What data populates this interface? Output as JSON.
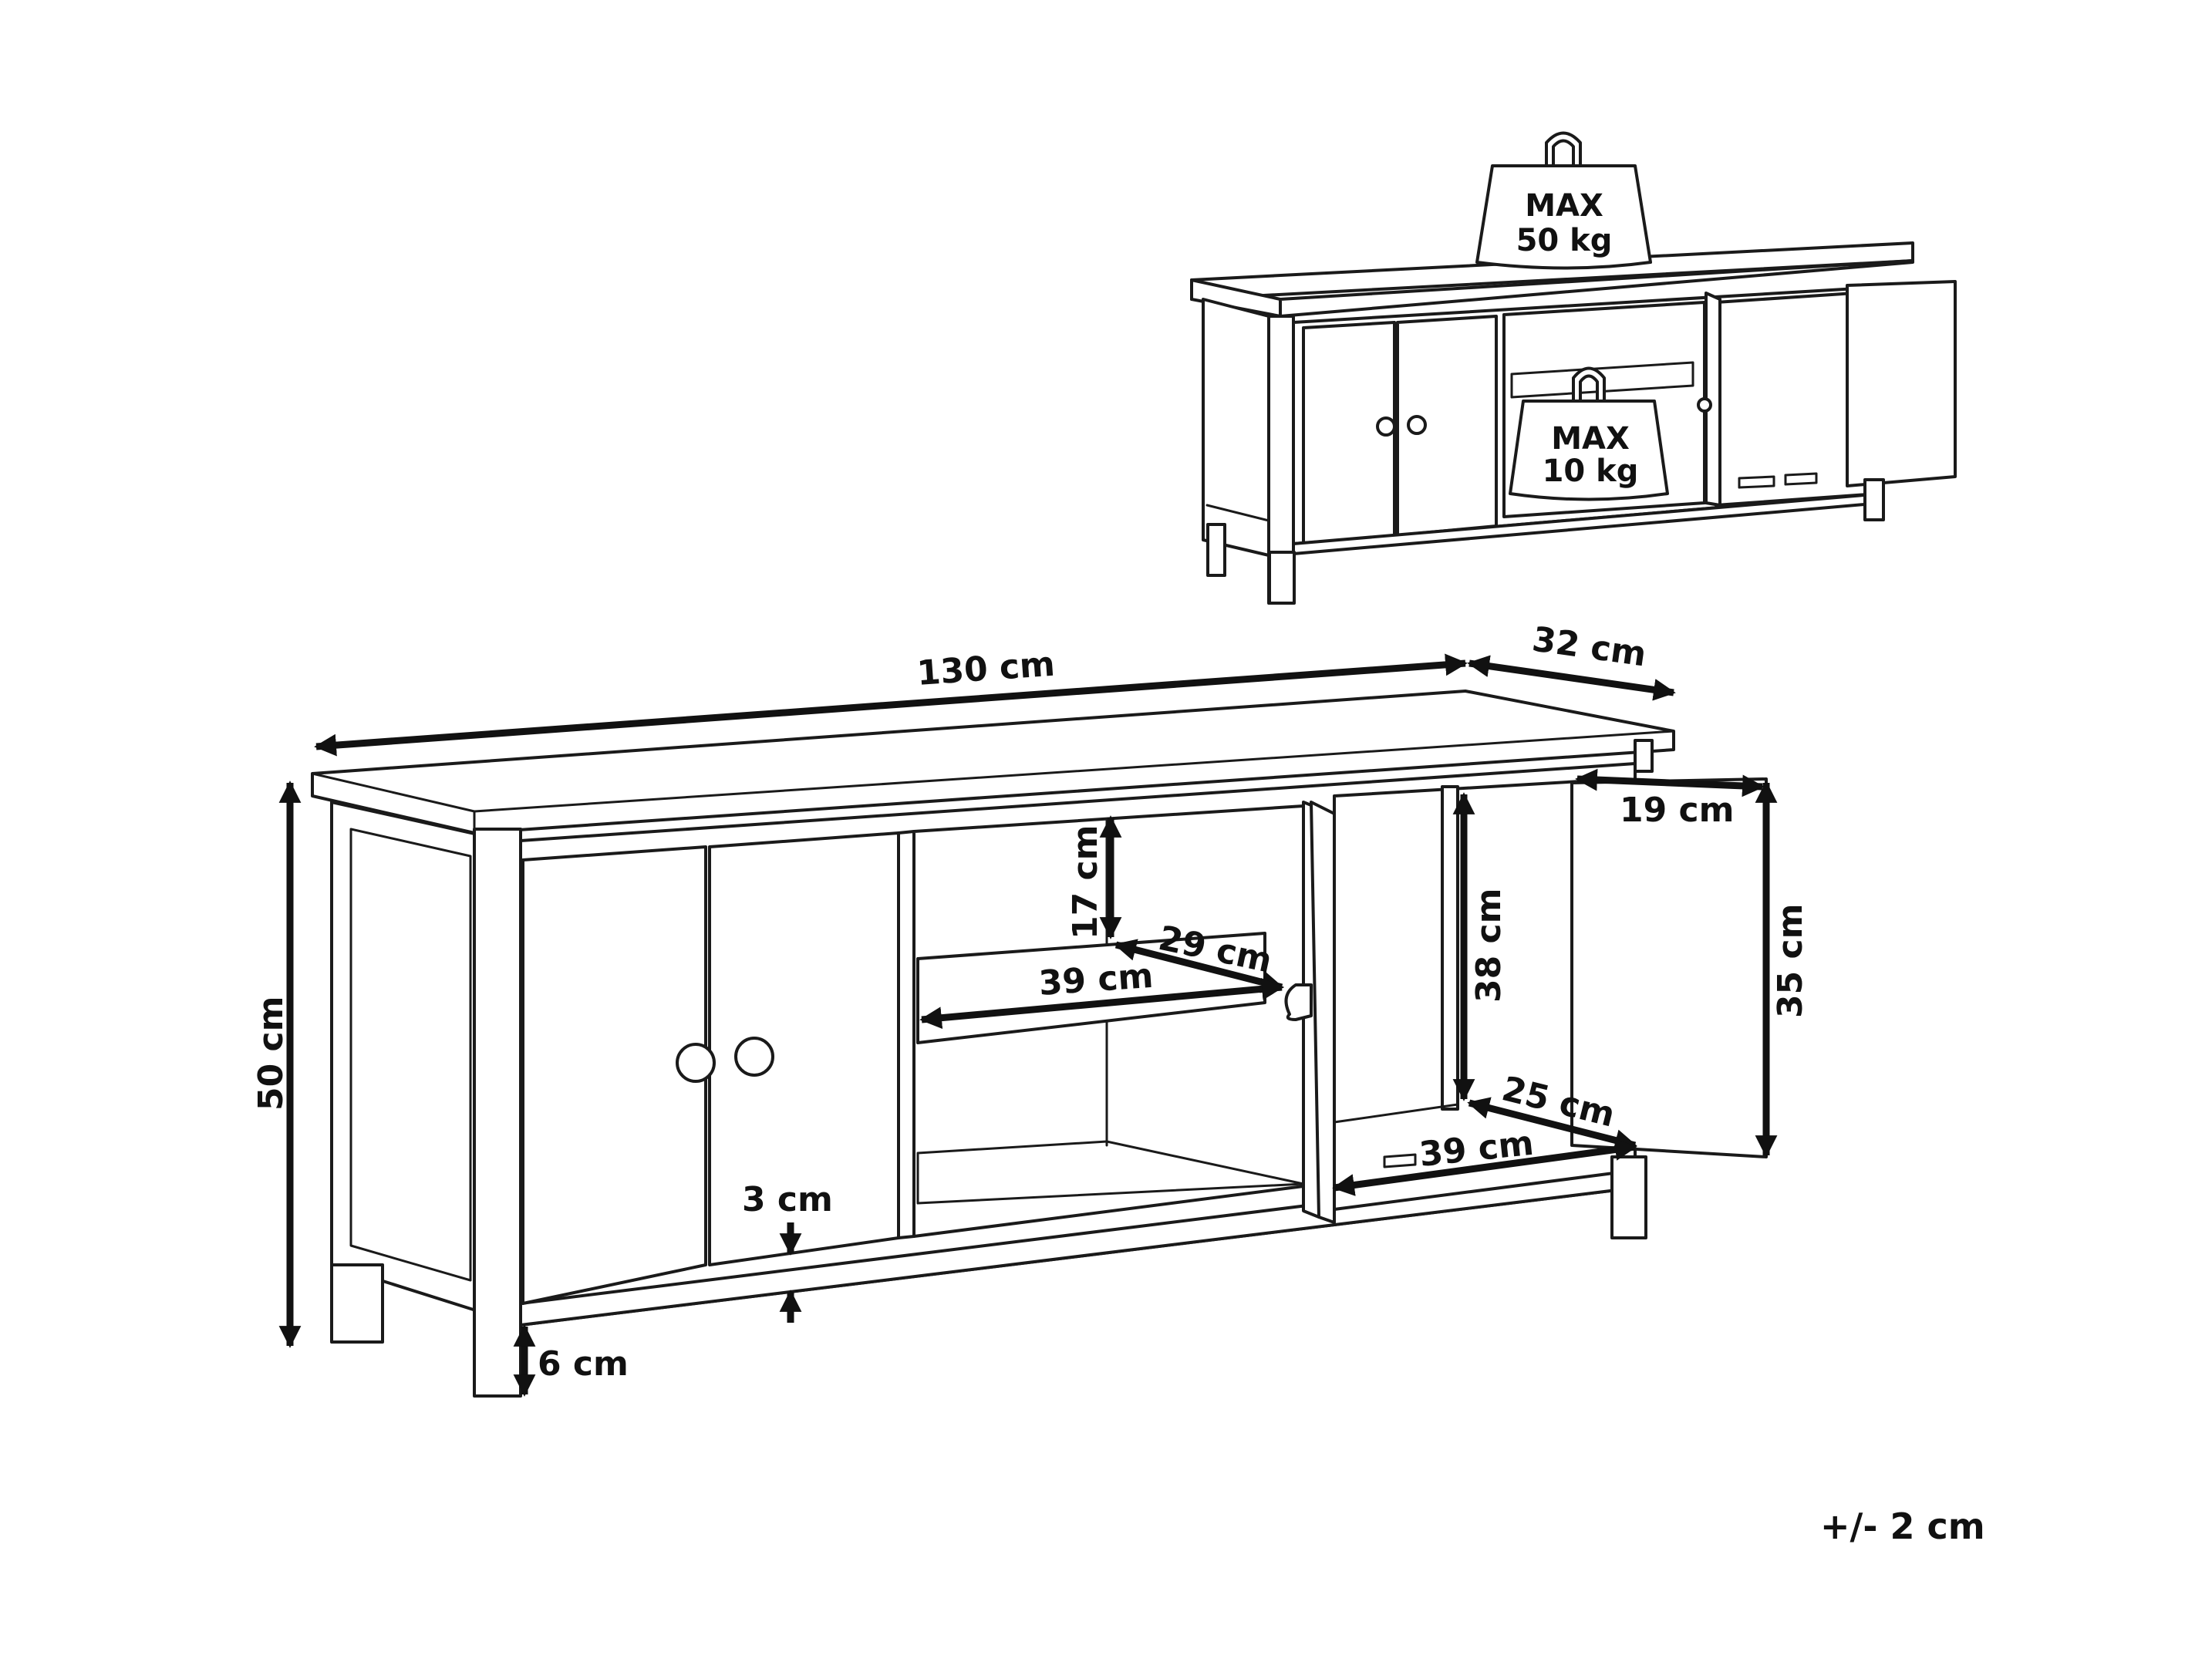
{
  "weights": {
    "top": {
      "line1": "MAX",
      "line2": "50 kg"
    },
    "shelf": {
      "line1": "MAX",
      "line2": "10 kg"
    }
  },
  "dimensions": {
    "width": "130 cm",
    "depth": "32 cm",
    "height": "50 cm",
    "shelf_gap_height": "17 cm",
    "shelf_depth": "29 cm",
    "shelf_width": "39 cm",
    "inner_height": "38 cm",
    "door_height": "35 cm",
    "door_width": "19 cm",
    "bottom_depth": "25 cm",
    "bottom_width": "39 cm",
    "panel_gap": "3 cm",
    "leg_height": "6 cm"
  },
  "tolerance": "+/- 2 cm"
}
